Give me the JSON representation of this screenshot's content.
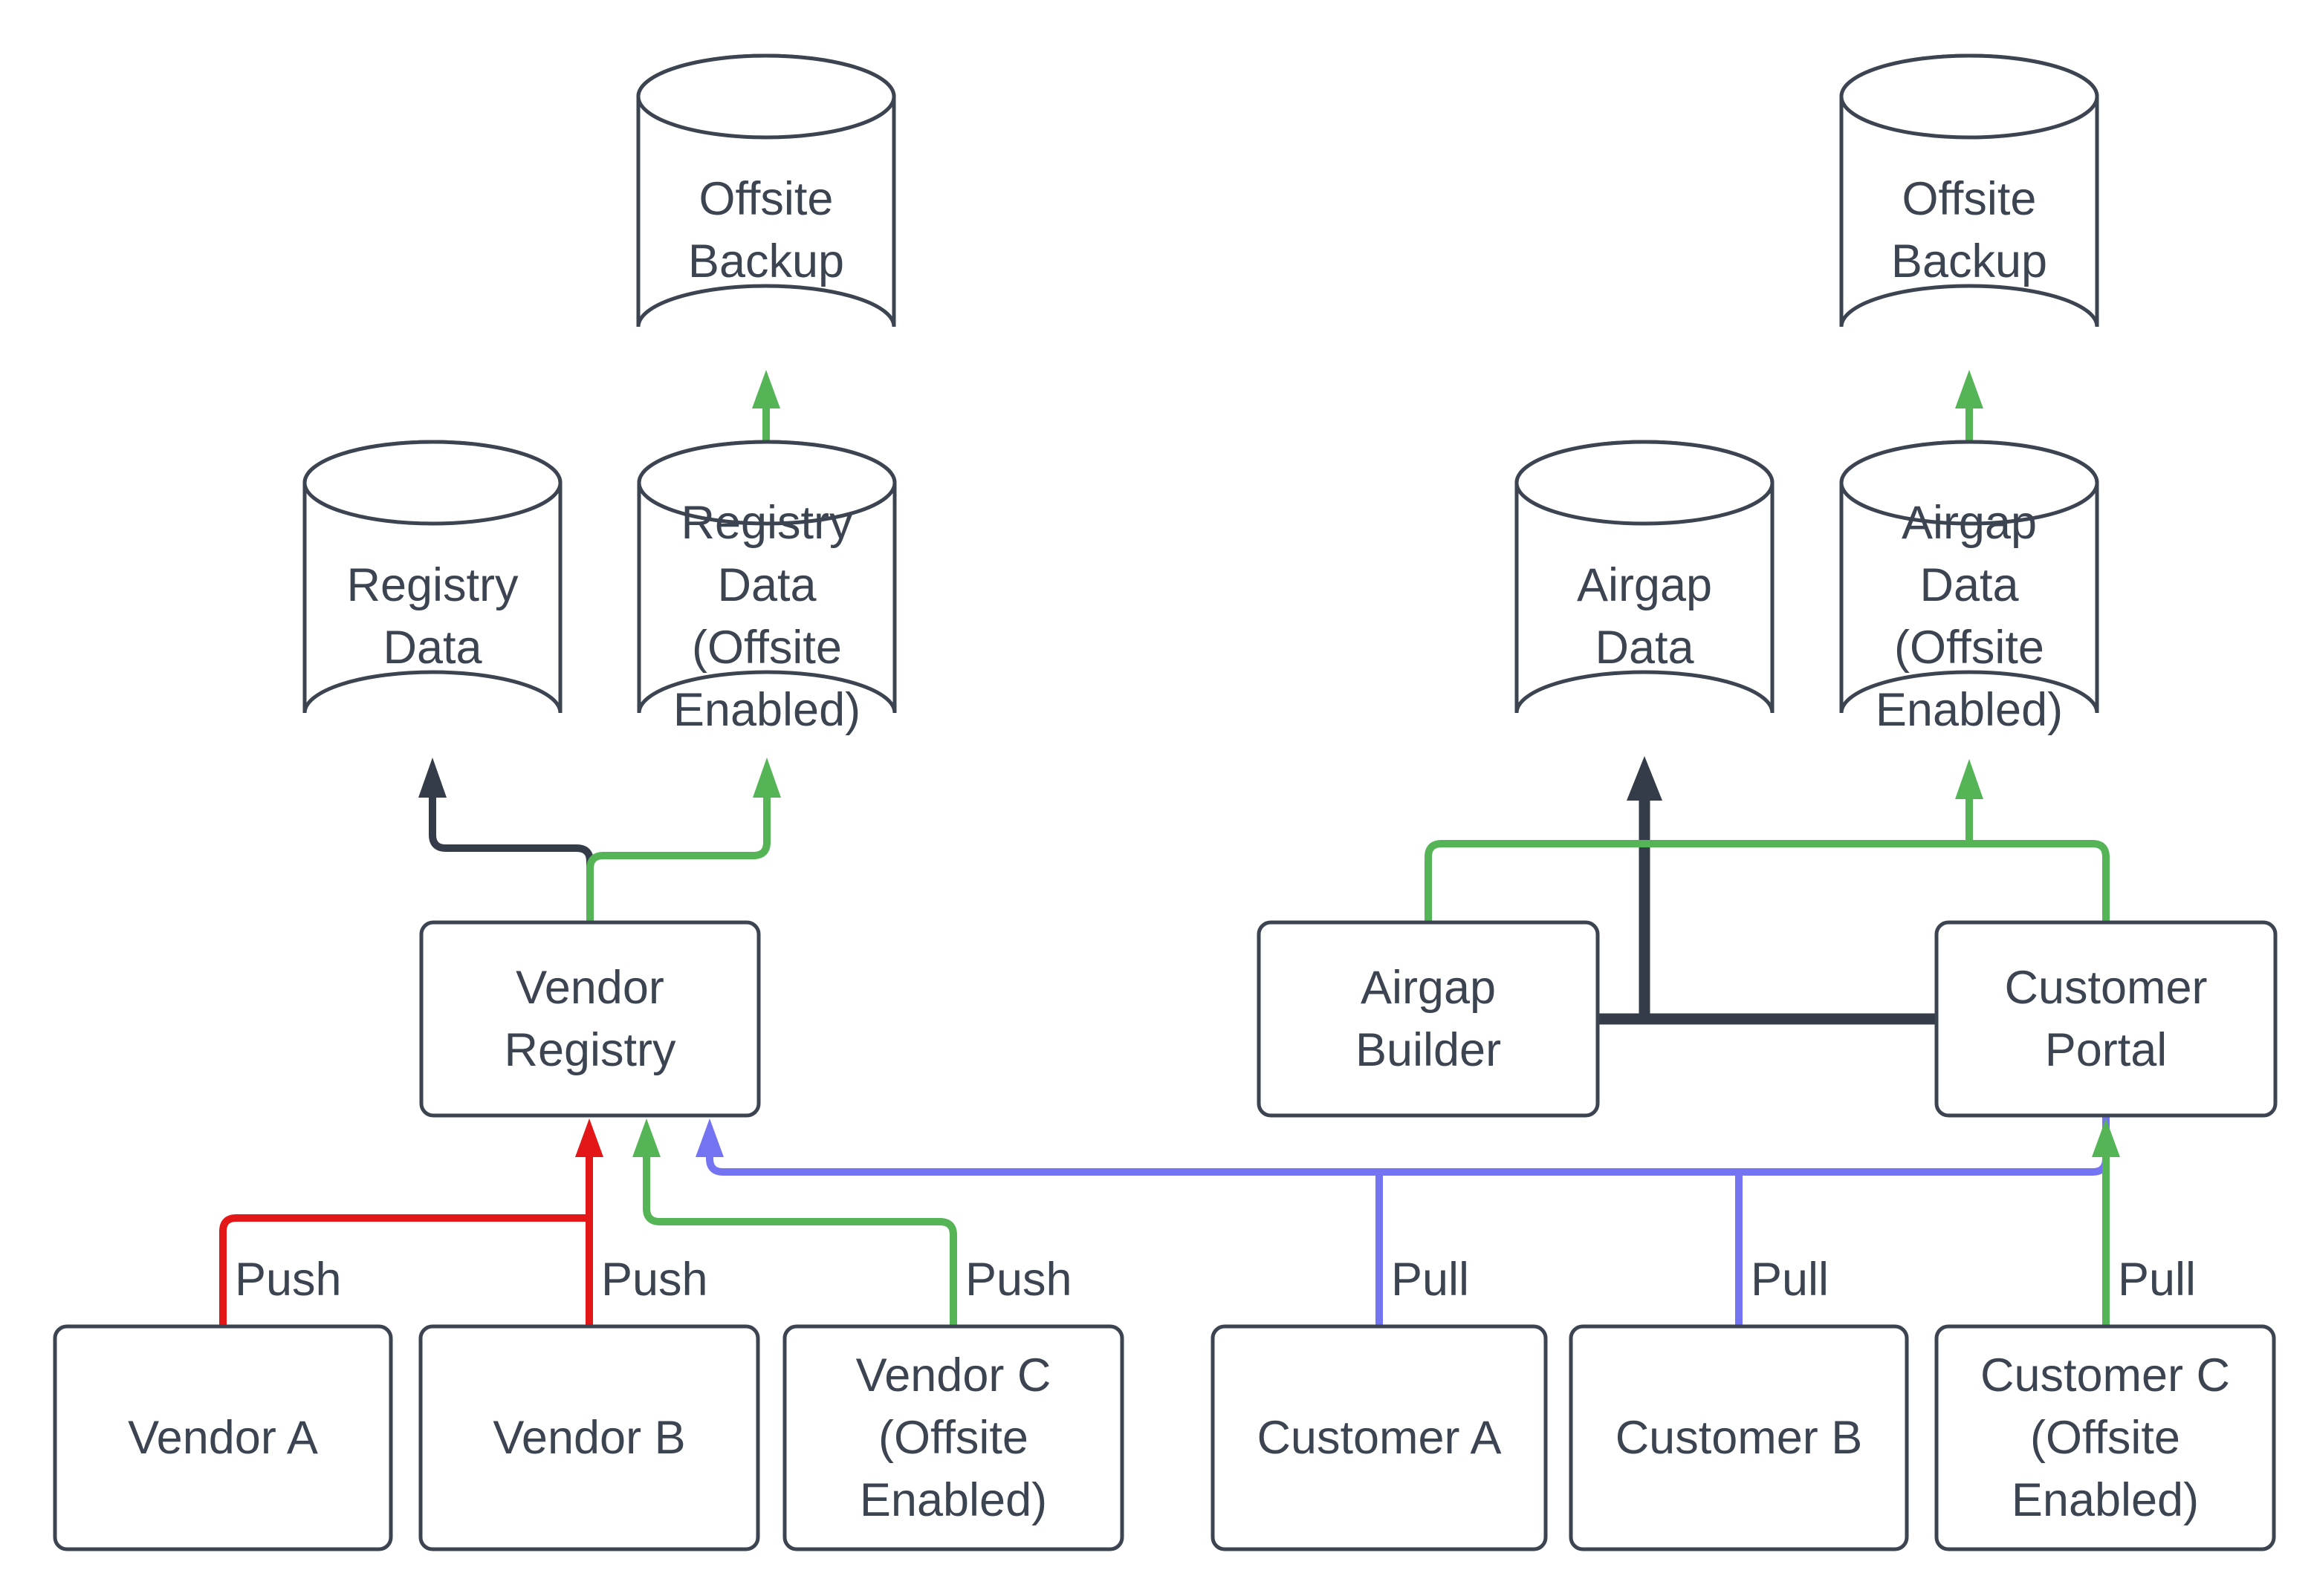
{
  "title": "Registry and Airgap Data Flow Diagram",
  "colors": {
    "ink": "#3b4450",
    "background": "#ffffff",
    "shape_fill": "#ffffff",
    "push_red": "#e31717",
    "offsite_green": "#55b456",
    "pull_blue": "#7474f3",
    "dark_connector": "#333c48"
  },
  "nodes": {
    "offsite_backup_left": {
      "label": "Offsite\nBackup",
      "type": "database"
    },
    "offsite_backup_right": {
      "label": "Offsite\nBackup",
      "type": "database"
    },
    "registry_data": {
      "label": "Registry\nData",
      "type": "database"
    },
    "registry_data_offsite": {
      "label": "Registry\nData\n(Offsite\nEnabled)",
      "type": "database"
    },
    "airgap_data": {
      "label": "Airgap\nData",
      "type": "database"
    },
    "airgap_data_offsite": {
      "label": "Airgap\nData\n(Offsite\nEnabled)",
      "type": "database"
    },
    "vendor_registry": {
      "label": "Vendor\nRegistry",
      "type": "process"
    },
    "airgap_builder": {
      "label": "Airgap\nBuilder",
      "type": "process"
    },
    "customer_portal": {
      "label": "Customer\nPortal",
      "type": "process"
    },
    "vendor_a": {
      "label": "Vendor A",
      "type": "process"
    },
    "vendor_b": {
      "label": "Vendor B",
      "type": "process"
    },
    "vendor_c": {
      "label": "Vendor C\n(Offsite\nEnabled)",
      "type": "process"
    },
    "customer_a": {
      "label": "Customer A",
      "type": "process"
    },
    "customer_b": {
      "label": "Customer B",
      "type": "process"
    },
    "customer_c": {
      "label": "Customer C\n(Offsite\nEnabled)",
      "type": "process"
    }
  },
  "edges": [
    {
      "from": "vendor_a",
      "to": "vendor_registry",
      "label": "Push",
      "color": "push_red"
    },
    {
      "from": "vendor_b",
      "to": "vendor_registry",
      "label": "Push",
      "color": "push_red"
    },
    {
      "from": "vendor_c",
      "to": "vendor_registry",
      "label": "Push",
      "color": "offsite_green"
    },
    {
      "from": "customer_a",
      "to": "vendor_registry",
      "label": "Pull",
      "color": "pull_blue"
    },
    {
      "from": "customer_b",
      "to": "vendor_registry",
      "label": "Pull",
      "color": "pull_blue"
    },
    {
      "from": "customer_c",
      "to": "customer_portal",
      "label": "Pull",
      "color": "offsite_green"
    },
    {
      "from": "customer_portal",
      "to": "vendor_registry",
      "label": "",
      "color": "pull_blue"
    },
    {
      "from": "vendor_registry",
      "to": "registry_data",
      "label": "",
      "color": "dark_connector"
    },
    {
      "from": "vendor_registry",
      "to": "registry_data_offsite",
      "label": "",
      "color": "offsite_green"
    },
    {
      "from": "registry_data_offsite",
      "to": "offsite_backup_left",
      "label": "",
      "color": "offsite_green"
    },
    {
      "from": "airgap_builder",
      "to": "airgap_data",
      "label": "",
      "color": "dark_connector"
    },
    {
      "from": "customer_portal",
      "to": "airgap_data",
      "label": "",
      "color": "dark_connector"
    },
    {
      "from": "airgap_builder",
      "to": "airgap_data_offsite",
      "label": "",
      "color": "offsite_green"
    },
    {
      "from": "customer_portal",
      "to": "airgap_data_offsite",
      "label": "",
      "color": "offsite_green"
    },
    {
      "from": "airgap_data_offsite",
      "to": "offsite_backup_right",
      "label": "",
      "color": "offsite_green"
    }
  ]
}
